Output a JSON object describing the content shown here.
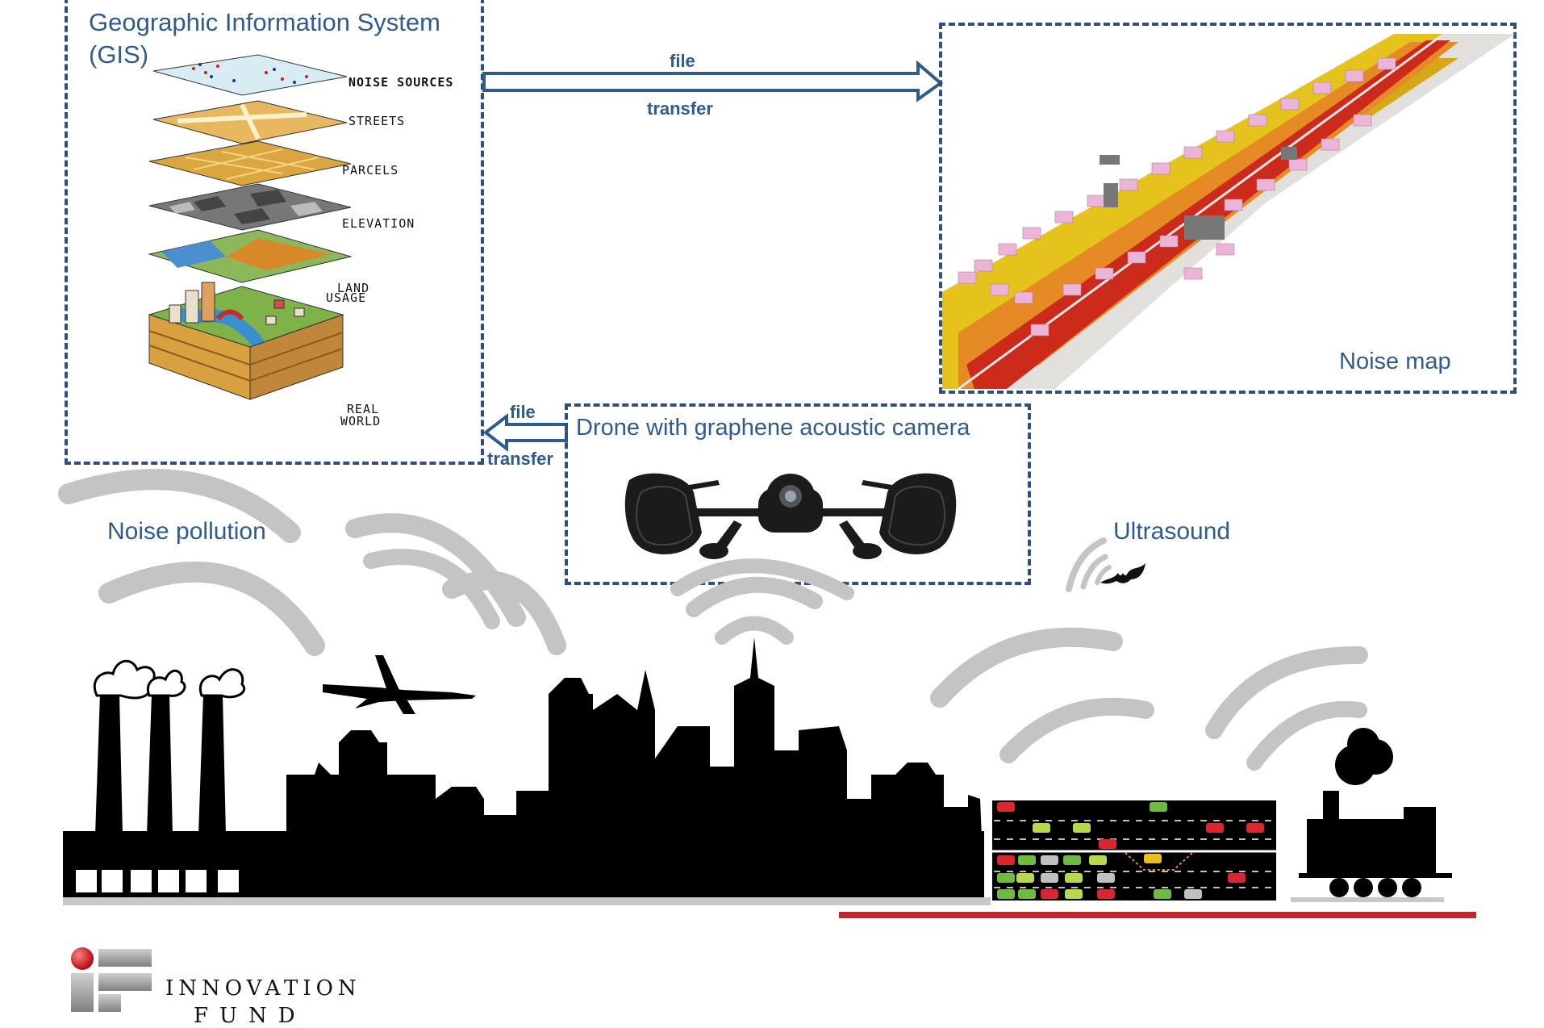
{
  "gis": {
    "title_line1": "Geographic Information System",
    "title_line2": "(GIS)",
    "layers": [
      "NOISE SOURCES",
      "STREETS",
      "PARCELS",
      "ELEVATION",
      "LAND",
      "USAGE",
      "REAL",
      "WORLD"
    ]
  },
  "noise_map": {
    "label": "Noise map"
  },
  "arrow_top": {
    "line1": "file",
    "line2": "transfer"
  },
  "arrow_bottom": {
    "line1": "file",
    "line2": "transfer"
  },
  "drone": {
    "label": "Drone with graphene acoustic camera"
  },
  "noise_pollution": {
    "label": "Noise pollution"
  },
  "ultrasound": {
    "label": "Ultrasound"
  },
  "logo": {
    "line1": "INNOVATION",
    "line2": "FUND"
  },
  "colors": {
    "accent_blue": "#2f5b8f",
    "dash_border": "#2f4f7f",
    "wave_gray": "#c4c4c4",
    "ground_red": "#c0272d"
  }
}
